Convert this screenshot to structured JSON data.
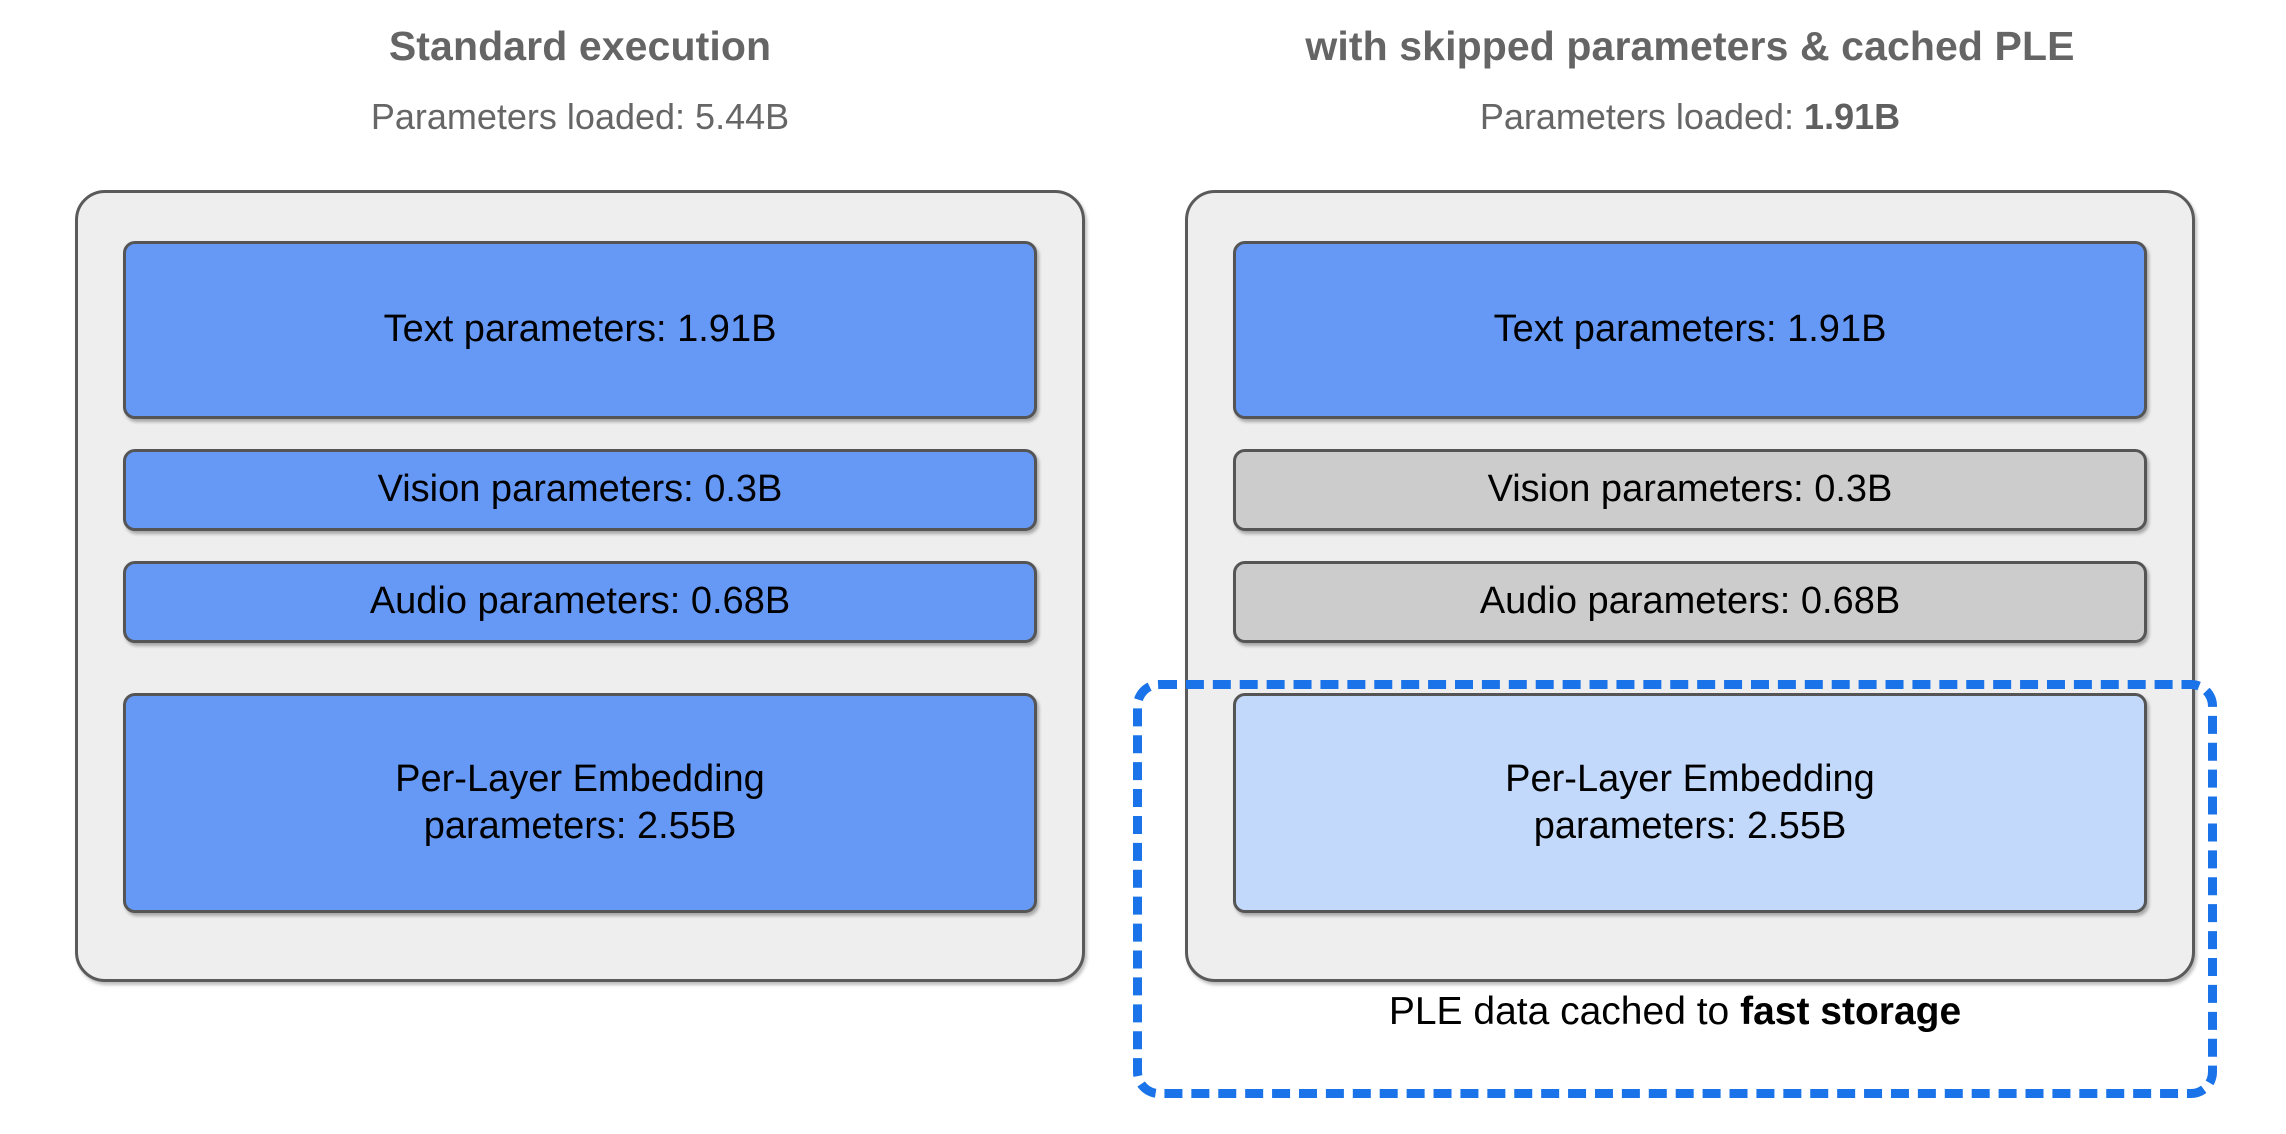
{
  "colors": {
    "active_blue": "#6699f6",
    "skipped_grey": "#cccccc",
    "cached_light_blue": "#c3d9fc",
    "dashed_accent": "#1a73e8",
    "panel_background": "#efeeee",
    "panel_border": "#5a5a5a",
    "heading_text": "#656565"
  },
  "columns": [
    {
      "id": "standard",
      "title": "Standard execution",
      "subtitle_prefix": "Parameters loaded: ",
      "subtitle_value": "5.44B",
      "subtitle_value_bold": false,
      "boxes": [
        {
          "name": "text-parameters",
          "label": "Text parameters: 1.91B",
          "state": "loaded",
          "color": "#6699f6",
          "lines": [
            "Text parameters: 1.91B"
          ]
        },
        {
          "name": "vision-parameters",
          "label": "Vision parameters: 0.3B",
          "state": "loaded",
          "color": "#6699f6",
          "lines": [
            "Vision parameters: 0.3B"
          ]
        },
        {
          "name": "audio-parameters",
          "label": "Audio parameters: 0.68B",
          "state": "loaded",
          "color": "#6699f6",
          "lines": [
            "Audio parameters: 0.68B"
          ]
        },
        {
          "name": "ple-parameters",
          "label": "Per-Layer Embedding parameters: 2.55B",
          "state": "loaded",
          "color": "#6699f6",
          "lines": [
            "Per-Layer Embedding",
            "parameters: 2.55B"
          ]
        }
      ]
    },
    {
      "id": "optimized",
      "title": "with skipped parameters & cached PLE",
      "subtitle_prefix": "Parameters loaded: ",
      "subtitle_value": "1.91B",
      "subtitle_value_bold": true,
      "boxes": [
        {
          "name": "text-parameters",
          "label": "Text parameters: 1.91B",
          "state": "loaded",
          "color": "#6699f6",
          "lines": [
            "Text parameters: 1.91B"
          ]
        },
        {
          "name": "vision-parameters",
          "label": "Vision parameters: 0.3B",
          "state": "skipped",
          "color": "#cccccc",
          "lines": [
            "Vision parameters: 0.3B"
          ]
        },
        {
          "name": "audio-parameters",
          "label": "Audio parameters: 0.68B",
          "state": "skipped",
          "color": "#cccccc",
          "lines": [
            "Audio parameters: 0.68B"
          ]
        },
        {
          "name": "ple-parameters",
          "label": "Per-Layer Embedding parameters: 2.55B",
          "state": "cached",
          "color": "#c3d9fc",
          "lines": [
            "Per-Layer Embedding",
            "parameters: 2.55B"
          ]
        }
      ]
    }
  ],
  "cache_annotation": {
    "caption_prefix": "PLE data cached to ",
    "caption_emphasis": "fast storage",
    "border_style": "dashed",
    "border_color": "#1a73e8"
  }
}
